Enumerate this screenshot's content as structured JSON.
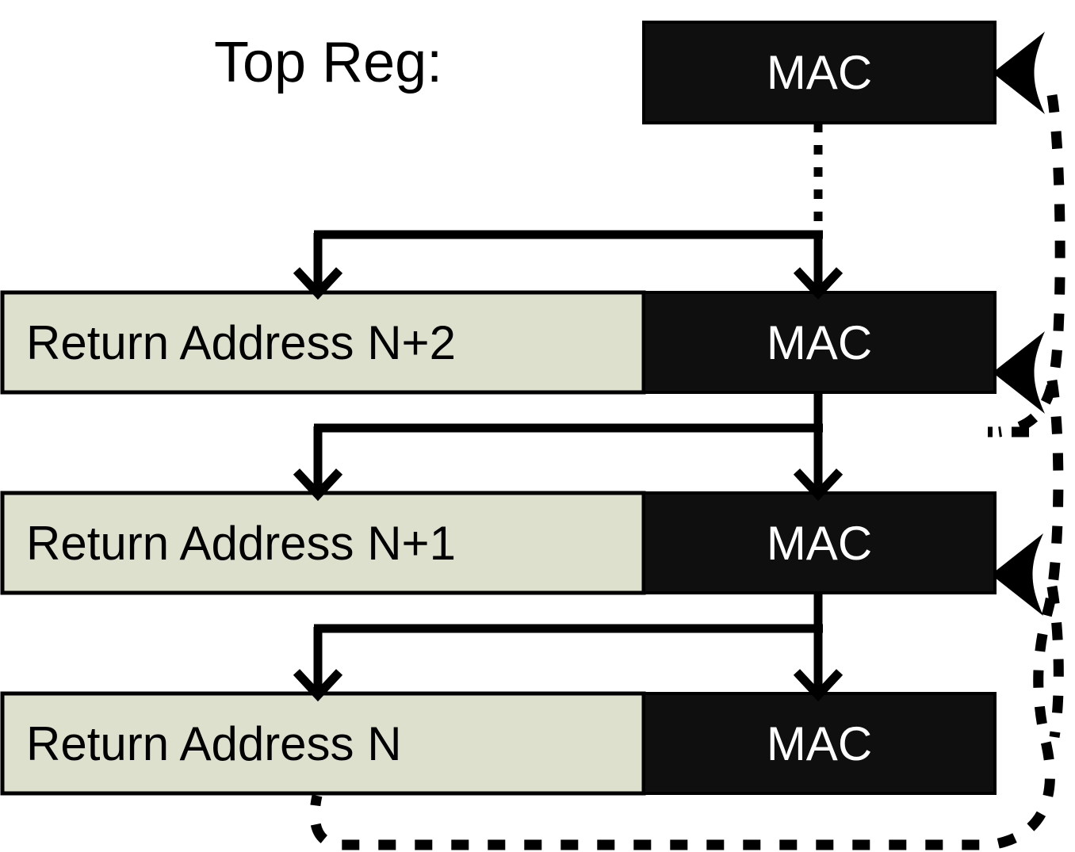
{
  "diagram": {
    "title_label": "Top Reg:",
    "colors": {
      "mac_fill": "#0f0f0f",
      "address_fill": "#dde0cc",
      "stroke": "#000000",
      "mac_text": "#ffffff",
      "address_text": "#000000",
      "background": "#ffffff"
    },
    "top_register": {
      "mac_label": "MAC"
    },
    "rows": [
      {
        "address_label": "Return Address N+2",
        "mac_label": "MAC"
      },
      {
        "address_label": "Return Address N+1",
        "mac_label": "MAC"
      },
      {
        "address_label": "Return Address N",
        "mac_label": "MAC"
      }
    ],
    "connectors": {
      "top_dotted_label": "dotted-link-top-mac-to-branch",
      "branch_solid_label": "solid-branch-fork",
      "feedback_dashed_label": "dashed-feedback-loop",
      "arrowhead_label": "filled-triangle-arrowhead",
      "chevron_label": "open-chevron-arrowhead"
    }
  }
}
